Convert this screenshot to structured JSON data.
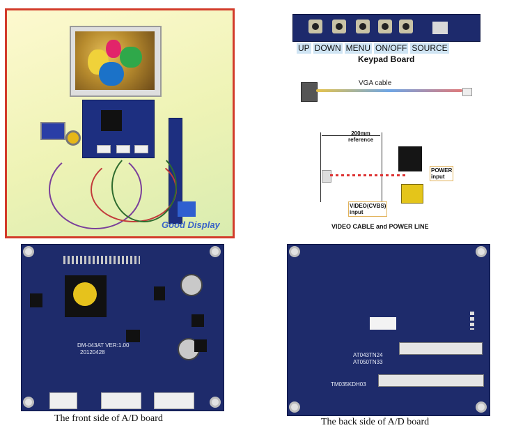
{
  "logo": {
    "text": "Good Display"
  },
  "keypad": {
    "buttons": [
      "UP",
      "DOWN",
      "MENU",
      "ON/OFF",
      "SOURCE"
    ],
    "title": "Keypad Board"
  },
  "vga": {
    "label": "VGA cable"
  },
  "cables": {
    "dimension": "200mm\nreference",
    "power": "POWER\ninput",
    "video": "VIDEO(CVBS)\ninput",
    "caption": "VIDEO CABLE and POWER LINE"
  },
  "front_board": {
    "silk_model": "DM-043AT  VER:1.00",
    "silk_date": "20120428",
    "caption": "The front side of A/D board"
  },
  "back_board": {
    "silk_1": "AT043TN24",
    "silk_2": "AT050TN33",
    "silk_3": "TM035KDH03",
    "caption": "The back side of A/D board"
  }
}
